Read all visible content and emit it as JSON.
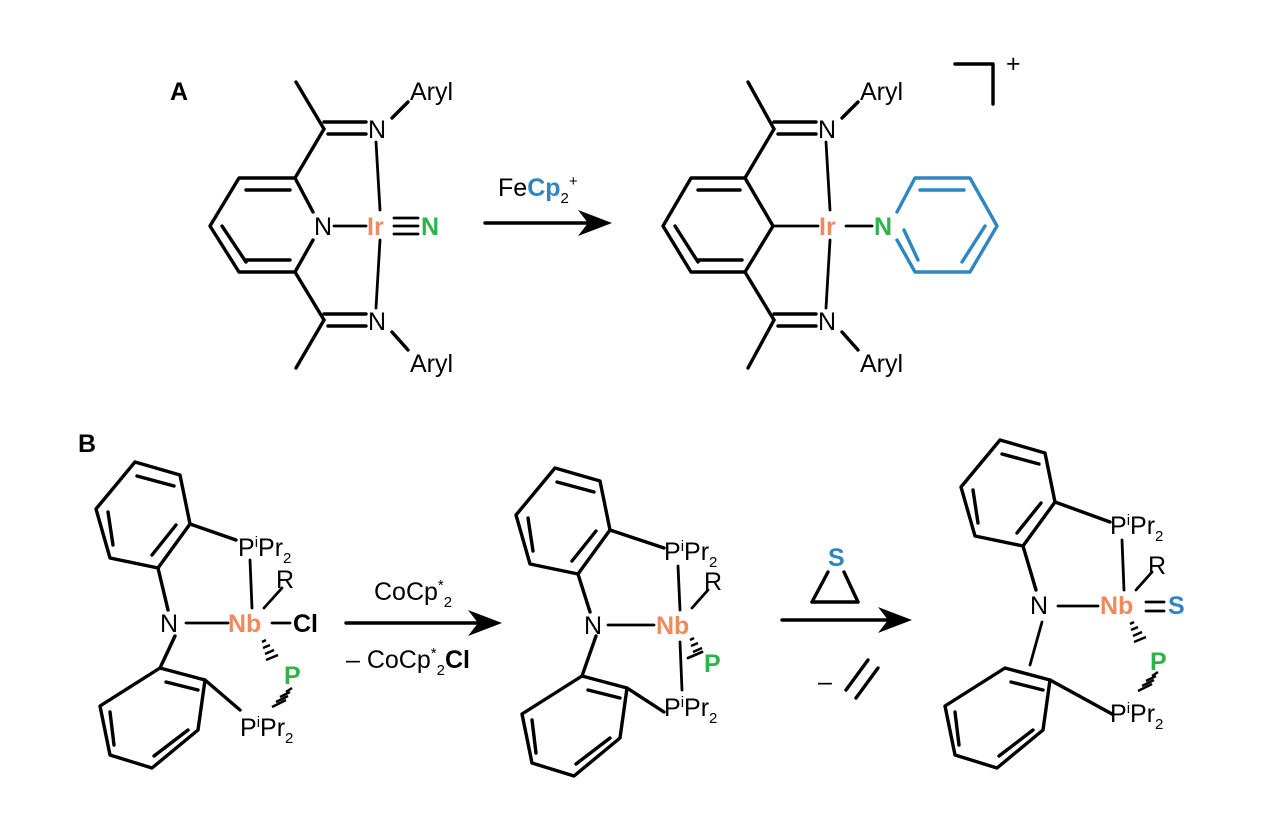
{
  "colors": {
    "metal": "#F08A5D",
    "green": "#2DB34A",
    "blue": "#2E86C1",
    "black": "#000000"
  },
  "panel_a": {
    "label": "A",
    "reactant": {
      "metal": "Ir",
      "nitride": "N",
      "n_pyridine": "N",
      "n_imine_top": "N",
      "n_imine_bottom": "N",
      "aryl_top": "Aryl",
      "aryl_bottom": "Aryl"
    },
    "reagent": {
      "prefix": "Fe",
      "cp": "Cp",
      "sub": "2",
      "sup": "+"
    },
    "product": {
      "metal": "Ir",
      "n_pyridinium": "N",
      "n_imine_top": "N",
      "n_imine_bottom": "N",
      "aryl_top": "Aryl",
      "aryl_bottom": "Aryl",
      "charge": "+"
    }
  },
  "panel_b": {
    "label": "B",
    "reactant": {
      "metal": "Nb",
      "n_amide": "N",
      "chloride": "Cl",
      "r_group": "R",
      "phosphide": "P",
      "p_top": {
        "p": "P",
        "i": "i",
        "pr": "Pr",
        "sub": "2"
      },
      "p_bottom": {
        "p": "P",
        "i": "i",
        "pr": "Pr",
        "sub": "2"
      }
    },
    "reagent1_top": {
      "text": "CoCp",
      "star": "*",
      "sub": "2"
    },
    "reagent1_bottom": {
      "minus": "– CoCp",
      "star": "*",
      "sub": "2",
      "cl": "Cl"
    },
    "intermediate": {
      "metal": "Nb",
      "n_amide": "N",
      "r_group": "R",
      "phosphide": "P",
      "p_top": {
        "p": "P",
        "i": "i",
        "pr": "Pr",
        "sub": "2"
      },
      "p_bottom": {
        "p": "P",
        "i": "i",
        "pr": "Pr",
        "sub": "2"
      }
    },
    "reagent2": {
      "sulfur": "S",
      "byproduct_minus": "–"
    },
    "product": {
      "metal": "Nb",
      "n_amide": "N",
      "r_group": "R",
      "sulfide": "S",
      "phosphide": "P",
      "p_top": {
        "p": "P",
        "i": "i",
        "pr": "Pr",
        "sub": "2"
      },
      "p_bottom": {
        "p": "P",
        "i": "i",
        "pr": "Pr",
        "sub": "2"
      }
    }
  }
}
